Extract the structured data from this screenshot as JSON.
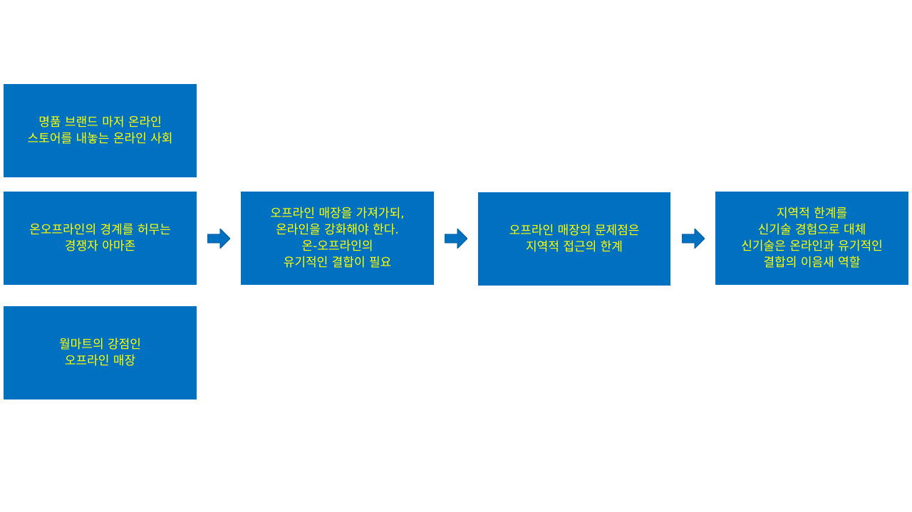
{
  "colors": {
    "box_fill": "#0070C0",
    "box_text": "#FFFF00",
    "arrow": "#0070C0",
    "background": "#FFFFFF"
  },
  "boxes": {
    "luxury": {
      "lines": [
        "명품 브랜드 마저 온라인",
        "스토어를 내놓는 온라인 사회"
      ]
    },
    "amazon": {
      "lines": [
        "온오프라인의 경계를 허무는",
        "경쟁자 아마존"
      ]
    },
    "walmart": {
      "lines": [
        "월마트의 강점인",
        "오프라인 매장"
      ]
    },
    "keep": {
      "lines": [
        "오프라인 매장을 가져가되,",
        "온라인을 강화해야 한다.",
        "온-오프라인의",
        "유기적인 결합이 필요"
      ]
    },
    "problem": {
      "lines": [
        "오프라인 매장의 문제점은",
        "지역적 접근의 한계"
      ]
    },
    "newtech": {
      "lines": [
        "지역적 한계를",
        "신기술 경험으로 대체",
        "신기술은 온라인과 유기적인",
        "결합의 이음새 역할"
      ]
    }
  },
  "arrows": [
    {
      "icon": "right-arrow-icon"
    },
    {
      "icon": "right-arrow-icon"
    },
    {
      "icon": "right-arrow-icon"
    }
  ]
}
